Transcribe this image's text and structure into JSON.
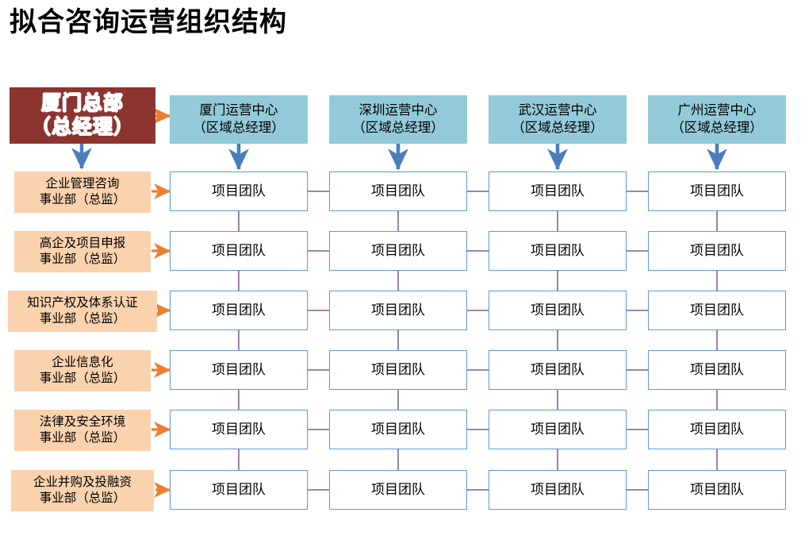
{
  "title": "拟合咨询运营组织结构",
  "colors": {
    "headquarters_bg": "#8C3430",
    "headquarters_text": "#FFFFFF",
    "center_bg": "#92CAD9",
    "department_bg": "#FAD2AE",
    "team_border": "#5B9BD5",
    "team_bg": "#FFFFFF",
    "orange_arrow": "#ED7D31",
    "blue_arrow": "#4A7EBB",
    "grid_line": "#70387A",
    "text": "#000000"
  },
  "headquarters": {
    "name": "厦门总部",
    "role": "（总经理）"
  },
  "centers": [
    {
      "name": "厦门运营中心",
      "role": "（区域总经理）"
    },
    {
      "name": "深圳运营中心",
      "role": "（区域总经理）"
    },
    {
      "name": "武汉运营中心",
      "role": "（区域总经理）"
    },
    {
      "name": "广州运营中心",
      "role": "（区域总经理）"
    }
  ],
  "departments": [
    {
      "name": "企业管理咨询",
      "role": "事业部（总监）"
    },
    {
      "name": "高企及项目申报",
      "role": "事业部（总监）"
    },
    {
      "name": "知识产权及体系认证",
      "role": "事业部（总监）"
    },
    {
      "name": "企业信息化",
      "role": "事业部（总监）"
    },
    {
      "name": "法律及安全环境",
      "role": "事业部（总监）"
    },
    {
      "name": "企业并购及投融资",
      "role": "事业部（总监）"
    }
  ],
  "team_label": "项目团队",
  "grid": {
    "rows": 6,
    "columns": 4,
    "cell_label": "项目团队"
  }
}
